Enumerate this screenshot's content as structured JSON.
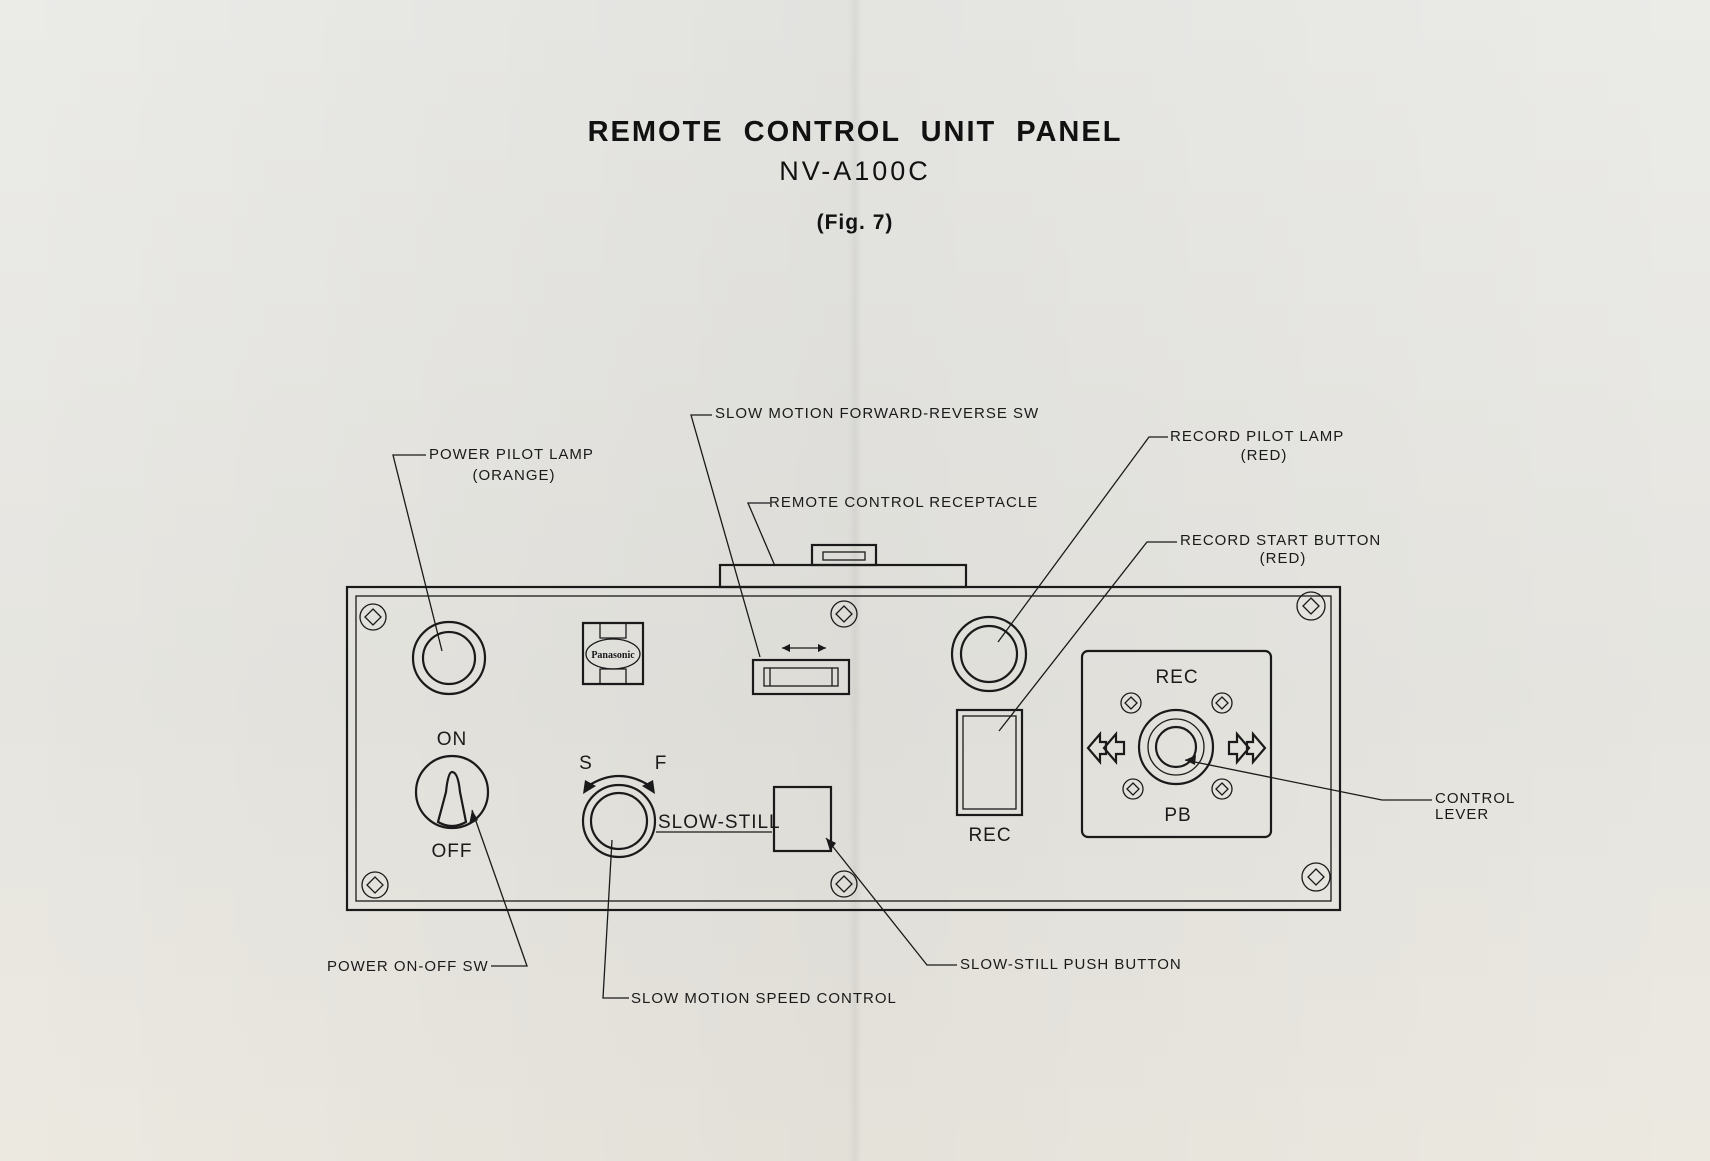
{
  "title": {
    "line1": "REMOTE CONTROL UNIT PANEL",
    "line2": "NV-A100C",
    "figure": "(Fig. 7)"
  },
  "callouts": {
    "power_pilot_lamp": "POWER PILOT LAMP",
    "power_pilot_lamp_color": "(ORANGE)",
    "slow_motion_fr_sw": "SLOW MOTION FORWARD-REVERSE SW",
    "remote_receptacle": "REMOTE CONTROL RECEPTACLE",
    "record_pilot_lamp": "RECORD PILOT LAMP",
    "record_pilot_lamp_color": "(RED)",
    "record_start_button": "RECORD START BUTTON",
    "record_start_button_color": "(RED)",
    "control_lever_1": "CONTROL",
    "control_lever_2": "LEVER",
    "power_on_off_sw": "POWER ON-OFF SW",
    "slow_motion_speed": "SLOW MOTION SPEED CONTROL",
    "slow_still_push": "SLOW-STILL PUSH BUTTON"
  },
  "panel": {
    "logo": "Panasonic",
    "on": "ON",
    "off": "OFF",
    "s": "S",
    "f": "F",
    "slow_still": "SLOW-STILL",
    "rec_button": "REC",
    "lever_rec": "REC",
    "lever_pb": "PB"
  }
}
